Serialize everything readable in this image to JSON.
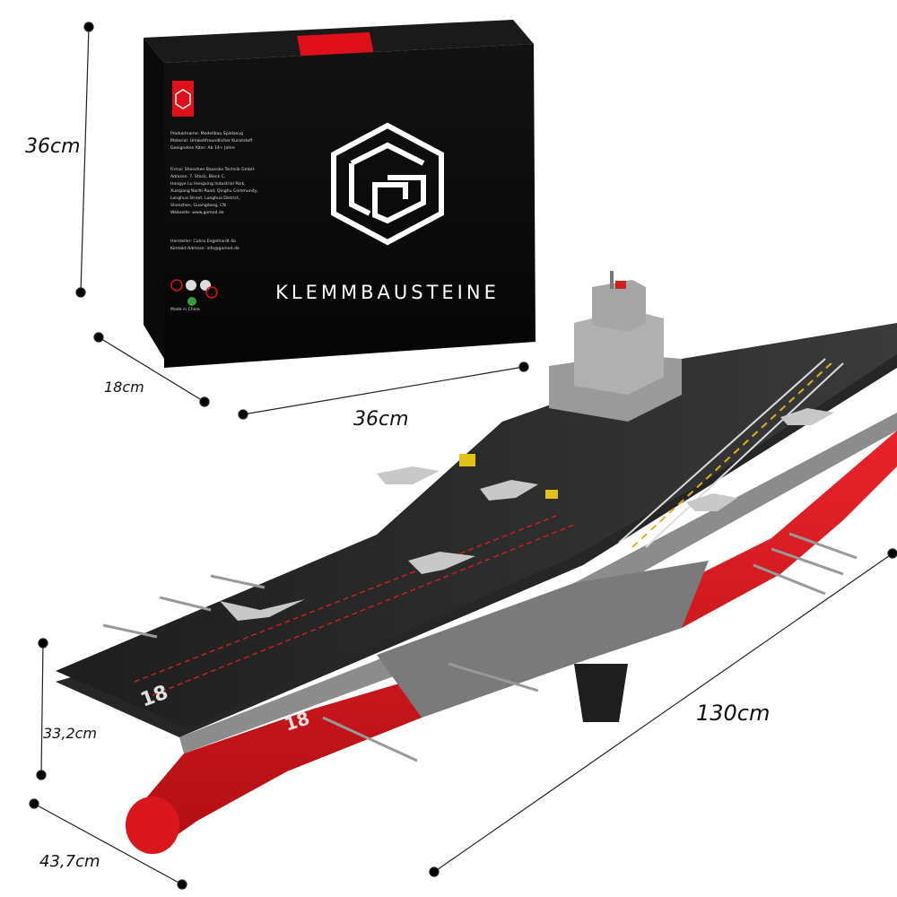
{
  "dimensions": {
    "box_height": "36cm",
    "box_depth": "18cm",
    "box_width": "36cm",
    "model_height": "33,2cm",
    "model_width": "43,7cm",
    "model_length": "130cm"
  },
  "box": {
    "brand": "KLEMMBAUSTEINE",
    "logo_icon": "cube-g-logo-icon",
    "side_text": [
      "Produktname: Modellbau Spielzeug",
      "Material: Umweltfreundlicher Kunststoff",
      "Geeignetes Alter: Ab 14+ Jahre",
      "Firma: Shenzhen Baosoko Technik GmbH",
      "Adresse: 7. Stock, Block C,",
      "Hongye Lu Hongxing Industrial Park,",
      "Xueqiang North Road, Qinghu Community,",
      "Longhua Street, Longhua District,",
      "Shenzhen, Guangdong, CN",
      "Webseite: www.gomod.de",
      "Hersteller: Cuhra Engelhardt 4a",
      "Kontakt-Adresse: info@gomod.de"
    ],
    "made_in": "Made in China"
  },
  "ship": {
    "hull_number": "18"
  },
  "colors": {
    "hull_red": "#d9161c",
    "deck_dark": "#2b2b2b",
    "superstructure_gray": "#9a9a9a",
    "box_black": "#0c0c0c",
    "logo_red": "#e0101b"
  }
}
